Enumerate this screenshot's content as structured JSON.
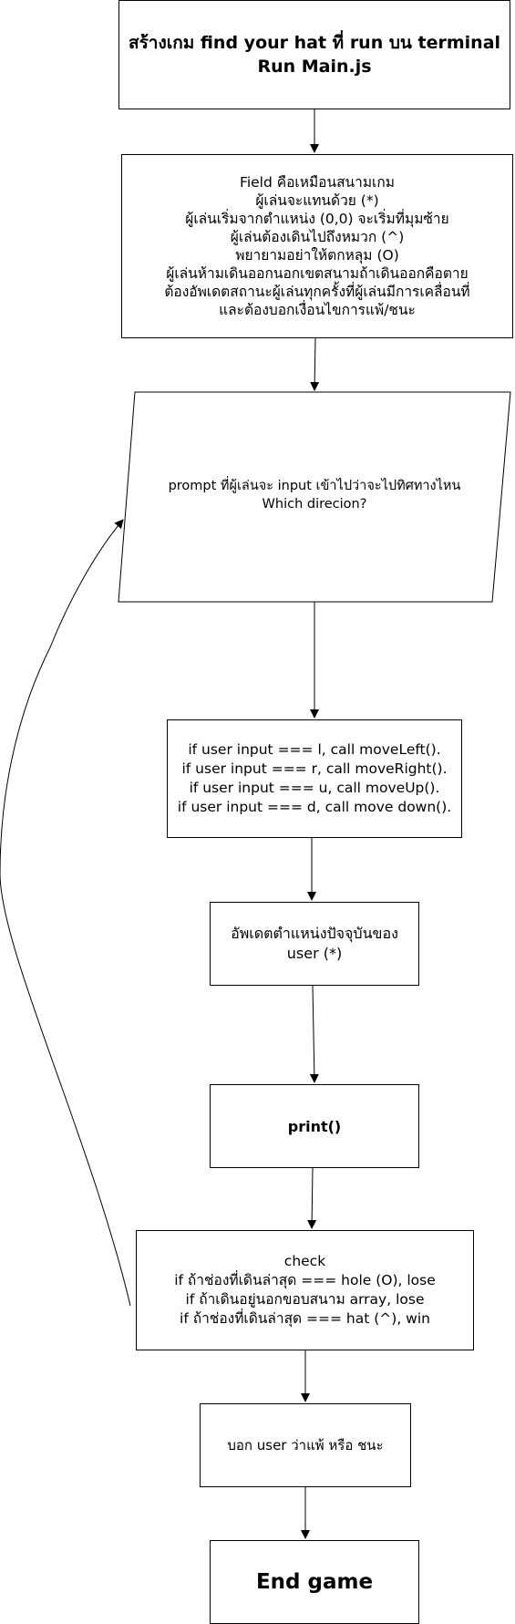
{
  "nodes": {
    "title": {
      "lines": [
        "สร้างเกม find your hat ที่ run บน terminal",
        "Run  Main.js"
      ]
    },
    "field": {
      "lines": [
        "Field คือเหมือนสนามเกม",
        "ผู้เล่นจะแทนด้วย (*)",
        "ผู้เล่นเริ่มจากตำแหน่ง (0,0) จะเริ่มที่มุมซ้าย",
        "ผู้เล่นต้องเดินไปถึงหมวก (^)",
        "พยายามอย่าให้ตกหลุม (O)",
        "ผู้เล่นห้ามเดินออกนอกเขตสนามถ้าเดินออกคือตาย",
        "ต้องอัพเดตสถานะผู้เล่นทุกครั้งที่ผู้เล่นมีการเคลื่อนที่",
        "และต้องบอกเงื่อนไขการแพ้/ชนะ"
      ]
    },
    "prompt": {
      "lines": [
        "prompt ที่ผู้เล่นจะ input เข้าไปว่าจะไปทิศทางไหน",
        "Which direcion?"
      ]
    },
    "moves": {
      "lines": [
        "if user input === l, call moveLeft().",
        "if user input === r, call moveRight().",
        "if user input === u, call moveUp().",
        "if user input === d, call move down()."
      ]
    },
    "update": {
      "lines": [
        "อัพเดตตำแหน่งปัจจุบันของ",
        "user (*)"
      ]
    },
    "print": {
      "lines": [
        "print()"
      ]
    },
    "check": {
      "lines": [
        "check",
        "if ถ้าช่องที่เดินล่าสุด === hole (O), lose",
        "if ถ้าเดินอยู่นอกขอบสนาม array, lose",
        "if ถ้าช่องที่เดินล่าสุด ===  hat (^), win"
      ]
    },
    "result": {
      "lines": [
        "บอก user ว่าแพ้ หรือ ชนะ"
      ]
    },
    "end": {
      "lines": [
        "End game"
      ]
    }
  },
  "edges": [
    {
      "from": "title",
      "to": "field"
    },
    {
      "from": "field",
      "to": "prompt"
    },
    {
      "from": "prompt",
      "to": "moves"
    },
    {
      "from": "moves",
      "to": "update"
    },
    {
      "from": "update",
      "to": "print"
    },
    {
      "from": "print",
      "to": "check"
    },
    {
      "from": "check",
      "to": "result"
    },
    {
      "from": "result",
      "to": "end"
    },
    {
      "from": "check",
      "to": "prompt",
      "kind": "loop-back"
    }
  ],
  "colors": {
    "stroke": "#000000",
    "fill": "#ffffff",
    "text": "#000000"
  }
}
